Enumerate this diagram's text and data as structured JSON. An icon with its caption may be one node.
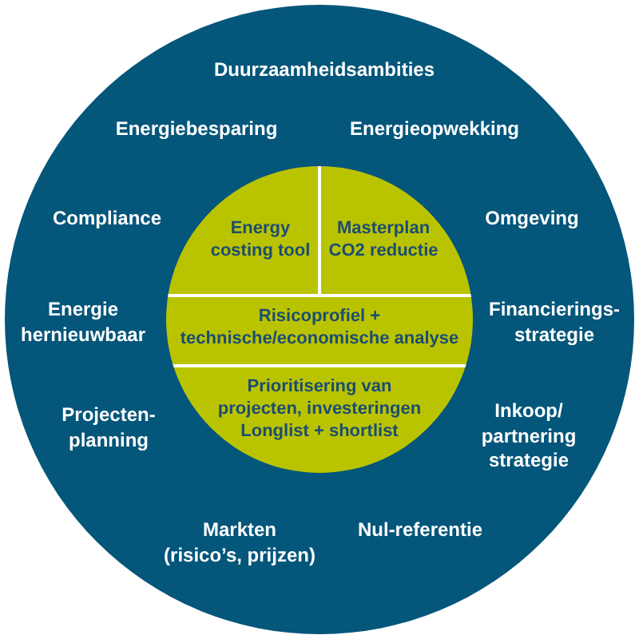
{
  "diagram": {
    "nodes": [
      {
        "text": [
          "Duurzaamheidsambities",
          "Energiebesparing",
          "Energieopwekking",
          "Compliance",
          "Omgeving",
          "Energie hernieuwbaar",
          "Financierings- strategie",
          "Projecten- planning",
          "Inkoop/ partnering strategie",
          "Markten (risico’s, prijzen)",
          "Nul-referentie"
        ]
      },
      {
        "text": [],
        "shape": "circle",
        "in": 0
      },
      {
        "text": [
          "Energy costing tool"
        ],
        "in": 1
      },
      {
        "text": [
          "Masterplan CO2 reductie"
        ],
        "in": 1
      },
      {
        "text": [
          "Risicoprofiel + technische/economische analyse"
        ],
        "in": 1
      },
      {
        "text": [
          "Prioritisering van projecten, investeringen Longlist + shortlist"
        ],
        "in": 1
      }
    ]
  }
}
